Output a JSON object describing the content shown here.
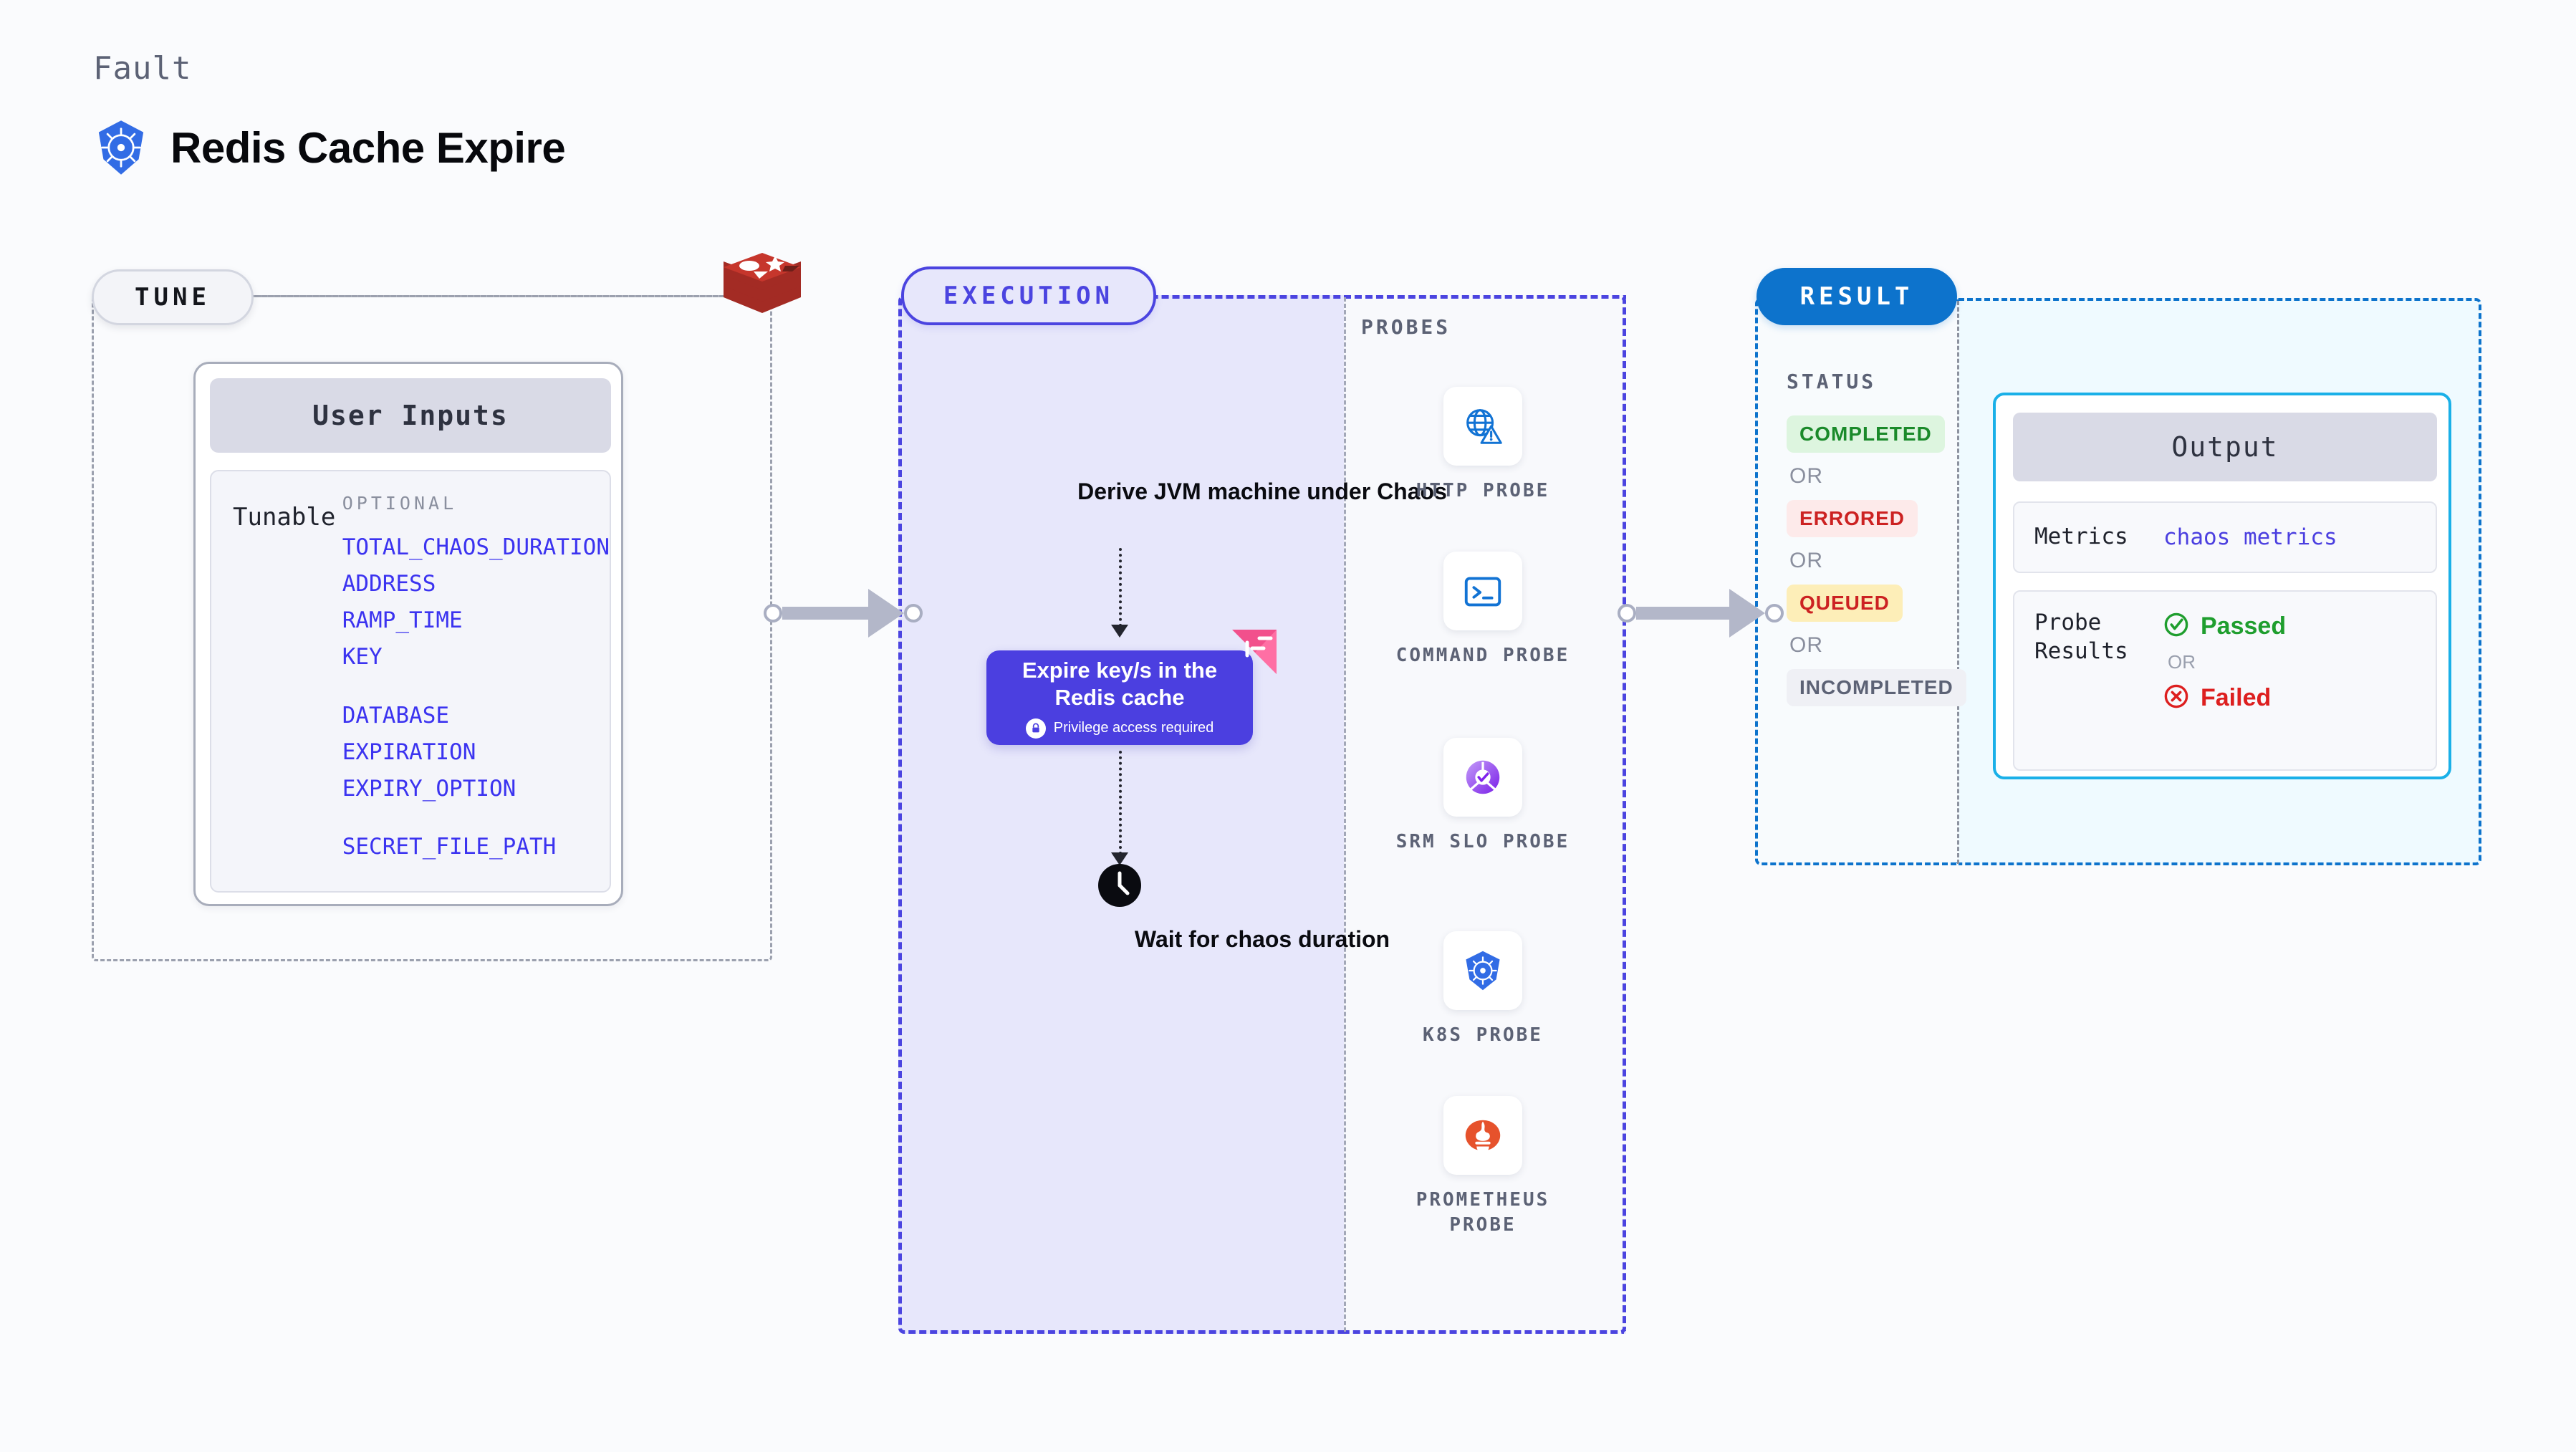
{
  "header": {
    "eyebrow": "Fault",
    "title": "Redis Cache Expire",
    "icon": "kubernetes-helm-icon"
  },
  "tune": {
    "badge": "TUNE",
    "source_icon": "redis-logo",
    "card": {
      "title": "User Inputs",
      "row_label": "Tunable",
      "group_label": "OPTIONAL",
      "params": [
        "TOTAL_CHAOS_DURATION",
        "ADDRESS",
        "RAMP_TIME",
        "KEY",
        "DATABASE",
        "EXPIRATION",
        "EXPIRY_OPTION",
        "SECRET_FILE_PATH"
      ]
    }
  },
  "execution": {
    "badge": "EXECUTION",
    "step_1": "Derive JVM machine under Chaos",
    "action": {
      "title": "Expire key/s in the Redis cache",
      "note": "Privilege access required",
      "note_icon": "lock-icon",
      "corner_icon": "harness-ribbon-icon"
    },
    "step_2": "Wait for chaos duration",
    "step_2_icon": "clock-icon"
  },
  "probes": {
    "label": "PROBES",
    "items": [
      {
        "name": "HTTP PROBE",
        "icon": "globe-warning-icon"
      },
      {
        "name": "COMMAND PROBE",
        "icon": "terminal-icon"
      },
      {
        "name": "SRM SLO PROBE",
        "icon": "slo-gauge-check-icon"
      },
      {
        "name": "K8S PROBE",
        "icon": "kubernetes-helm-icon"
      },
      {
        "name": "PROMETHEUS PROBE",
        "icon": "prometheus-flame-icon"
      }
    ]
  },
  "result": {
    "badge": "RESULT",
    "status_label": "STATUS",
    "or_label": "OR",
    "statuses": [
      {
        "label": "COMPLETED",
        "bg": "#ddf5df",
        "fg": "#1a8a2a"
      },
      {
        "label": "ERRORED",
        "bg": "#fdeaea",
        "fg": "#cc2222"
      },
      {
        "label": "QUEUED",
        "bg": "#fdeeb8",
        "fg": "#cc2222"
      },
      {
        "label": "INCOMPLETED",
        "bg": "#eff0f5",
        "fg": "#5c6275"
      }
    ],
    "output": {
      "title": "Output",
      "metrics_key": "Metrics",
      "metrics_value": "chaos metrics",
      "probe_key": "Probe Results",
      "passed": "Passed",
      "passed_icon": "check-circle-icon",
      "failed": "Failed",
      "failed_icon": "x-circle-icon",
      "or_label": "OR"
    }
  },
  "colors": {
    "tune_accent": "#9ba0ae",
    "execution_accent": "#4b44e0",
    "result_accent": "#0d73cc",
    "output_accent": "#1ab0e8",
    "param_text": "#3b33f0",
    "passed": "#1f9e2e",
    "failed": "#dd1f1f"
  }
}
